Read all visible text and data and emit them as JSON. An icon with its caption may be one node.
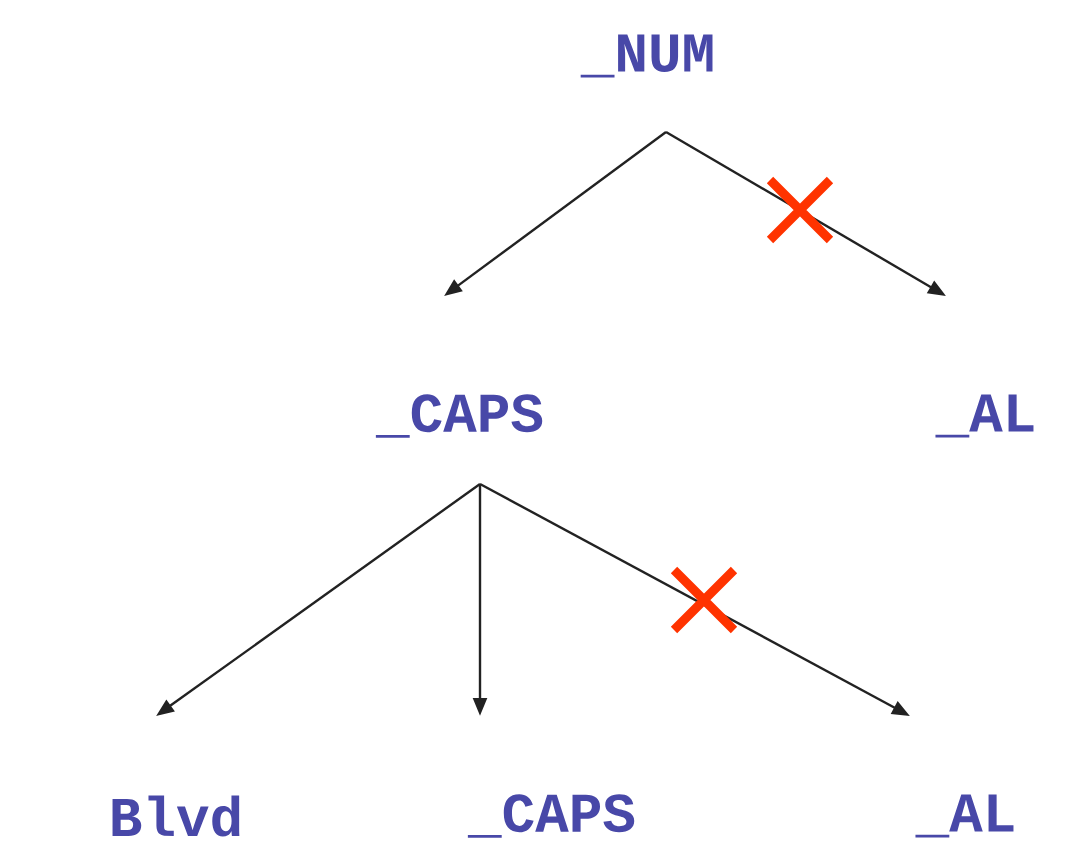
{
  "diagram": {
    "nodes": [
      {
        "text": [
          "_NUM"
        ]
      },
      {
        "text": [
          "_CAPS"
        ]
      },
      {
        "text": [
          "_AL"
        ]
      },
      {
        "text": [
          "Blvd"
        ]
      },
      {
        "text": [
          "_CAPS"
        ]
      },
      {
        "text": [
          "_AL"
        ]
      }
    ],
    "edges": [
      {
        "from": 0,
        "to": 1,
        "arrow": "to"
      },
      {
        "from": 0,
        "to": 2,
        "arrow": "to"
      },
      {
        "from": 1,
        "to": 3,
        "arrow": "to"
      },
      {
        "from": 1,
        "to": 4,
        "arrow": "to"
      },
      {
        "from": 1,
        "to": 5,
        "arrow": "to"
      }
    ]
  }
}
